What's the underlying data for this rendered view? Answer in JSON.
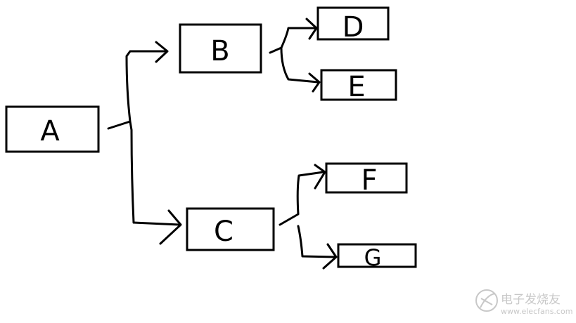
{
  "nodes": {
    "a": "A",
    "b": "B",
    "c": "C",
    "d": "D",
    "e": "E",
    "f": "F",
    "g": "G"
  },
  "watermark": {
    "text": "电子发烧友",
    "url": "www.elecfans.com"
  },
  "colors": {
    "ink": "#000000",
    "background": "#ffffff",
    "watermark": "#c8c8c8"
  }
}
